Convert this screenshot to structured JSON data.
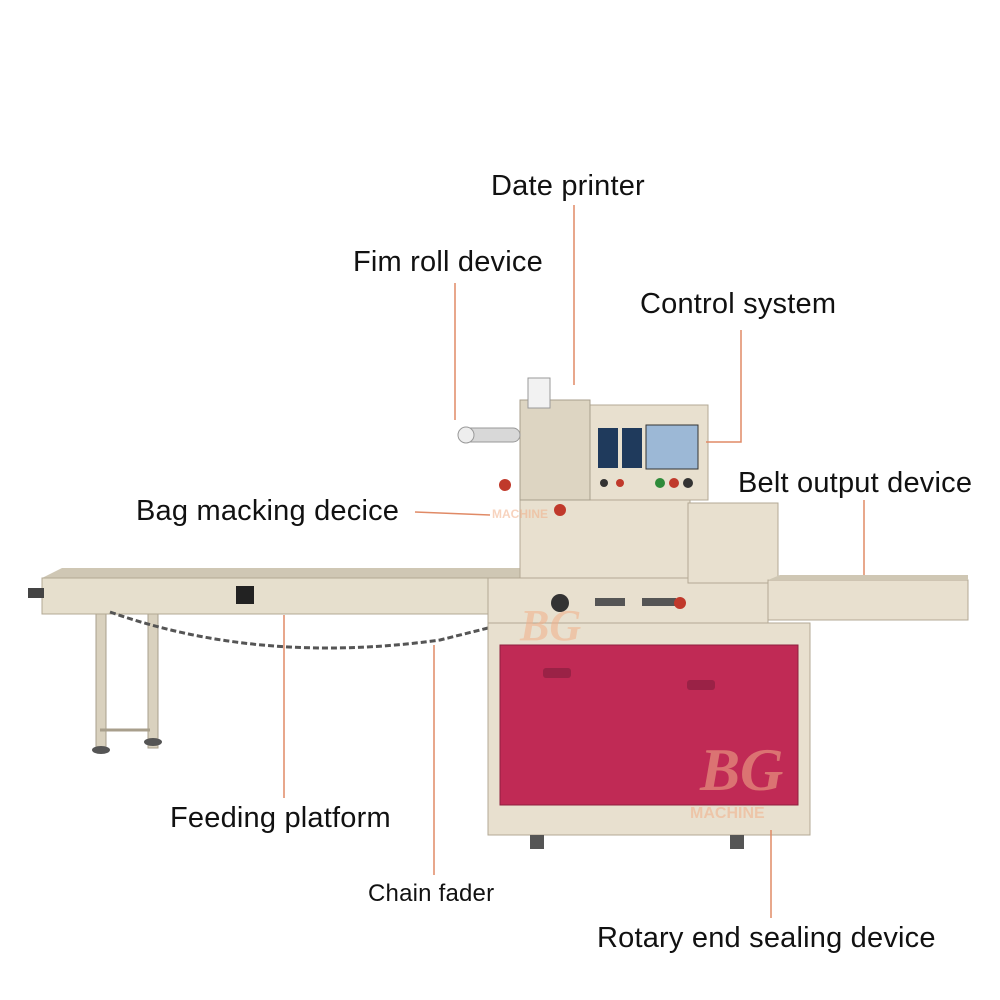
{
  "labels": {
    "date_printer": "Date printer",
    "film_roll_device": "Fim roll device",
    "control_system": "Control system",
    "belt_output_device": "Belt output device",
    "bag_making_device": "Bag macking decice",
    "feeding_platform": "Feeding platform",
    "chain_fader": "Chain fader",
    "rotary_end_sealing_device": "Rotary end sealing device"
  },
  "watermark": {
    "brand": "BG",
    "subtext": "MACHINE"
  },
  "colors": {
    "machine_body": "#e8e0cf",
    "machine_shadow": "#cfc6b2",
    "cabinet_panel": "#c02a55",
    "leader_line": "#e08a66",
    "watermark": "#f2b08a"
  }
}
